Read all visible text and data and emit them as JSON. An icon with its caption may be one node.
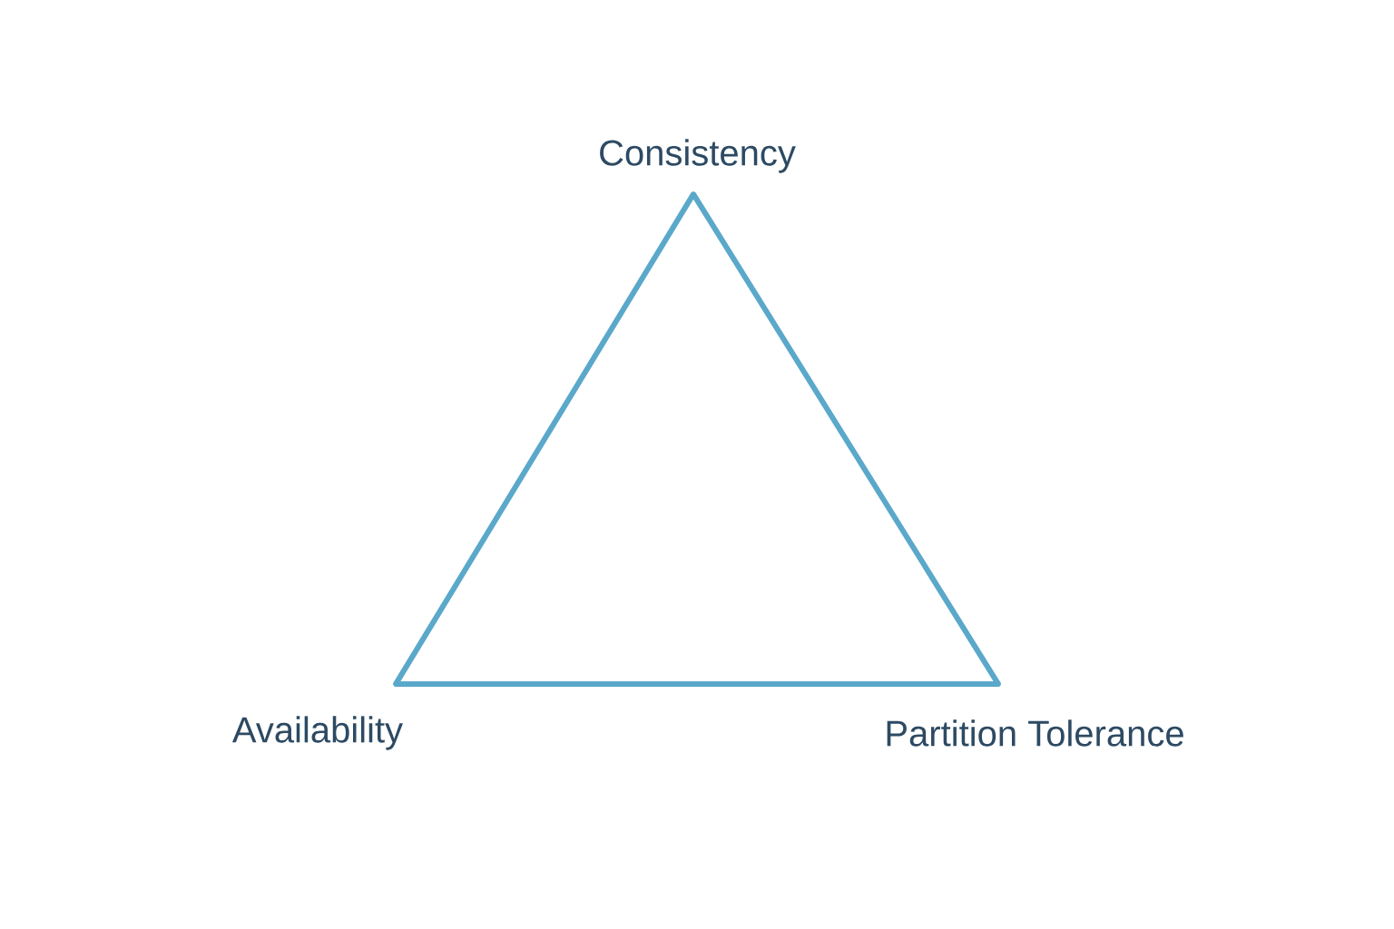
{
  "diagram": {
    "nodes": [
      {
        "text": [
          "Consistency"
        ]
      },
      {
        "text": [
          "Availability"
        ]
      },
      {
        "text": [
          "Partition Tolerance"
        ]
      }
    ],
    "edges": [
      {
        "from": 0,
        "to": 1,
        "arrow": "none"
      },
      {
        "from": 1,
        "to": 2,
        "arrow": "none"
      },
      {
        "from": 2,
        "to": 0,
        "arrow": "none"
      }
    ]
  }
}
